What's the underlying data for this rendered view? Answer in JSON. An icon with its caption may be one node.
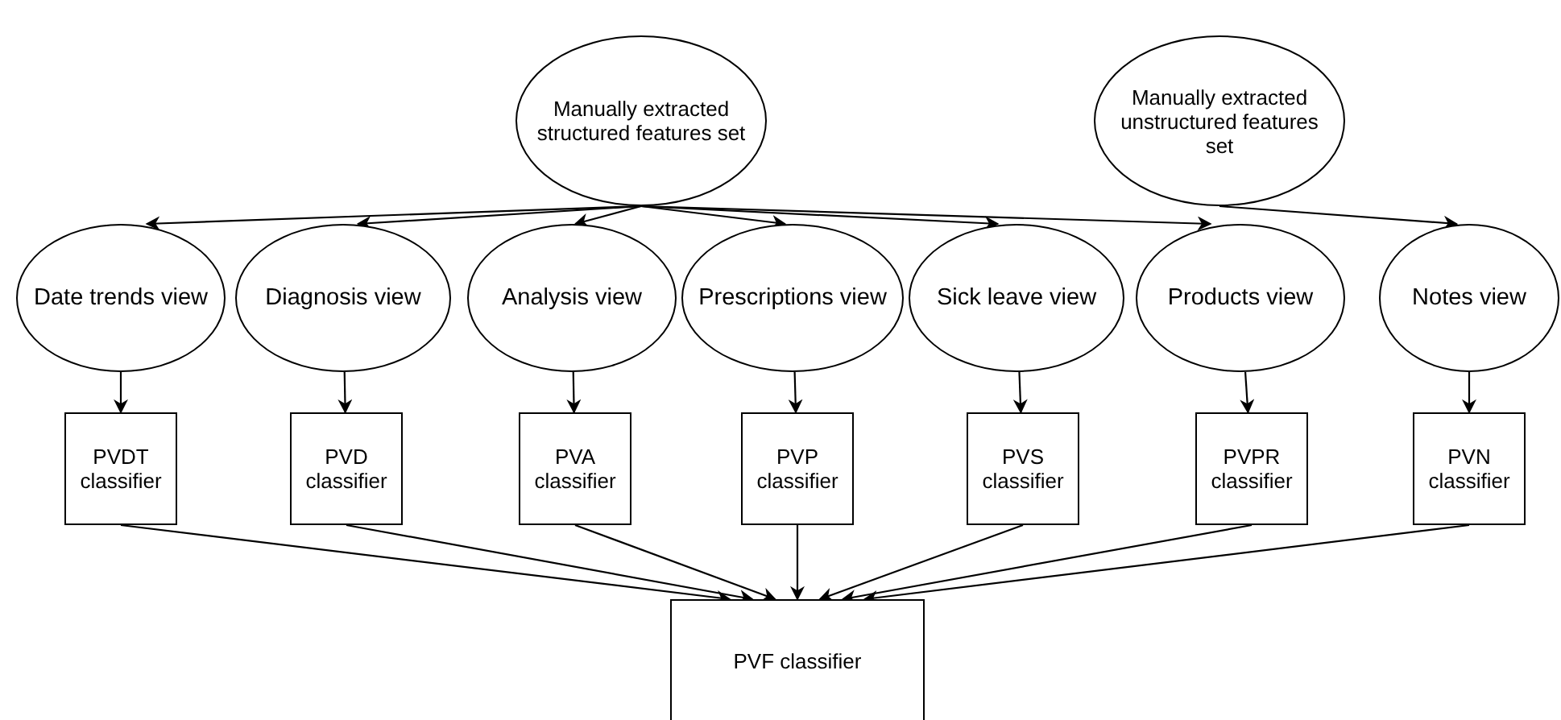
{
  "diagram": {
    "nodes": [
      {
        "text": [
          "Manually extracted structured features set"
        ]
      },
      {
        "text": [
          "Manually extracted unstructured features set"
        ]
      },
      {
        "text": [
          "Date trends view"
        ]
      },
      {
        "text": [
          "Diagnosis view"
        ]
      },
      {
        "text": [
          "Analysis view"
        ]
      },
      {
        "text": [
          "Prescriptions view"
        ]
      },
      {
        "text": [
          "Sick leave view"
        ]
      },
      {
        "text": [
          "Products view"
        ]
      },
      {
        "text": [
          "Notes view"
        ]
      },
      {
        "text": [
          "PVDT classifier"
        ]
      },
      {
        "text": [
          "PVD classifier"
        ]
      },
      {
        "text": [
          "PVA classifier"
        ]
      },
      {
        "text": [
          "PVP classifier"
        ]
      },
      {
        "text": [
          "PVS classifier"
        ]
      },
      {
        "text": [
          "PVPR classifier"
        ]
      },
      {
        "text": [
          "PVN classifier"
        ]
      },
      {
        "text": [
          "PVF classifier"
        ]
      }
    ],
    "edges": [
      {
        "from": 0,
        "to": 2,
        "arrow": "to"
      },
      {
        "from": 0,
        "to": 3,
        "arrow": "to"
      },
      {
        "from": 0,
        "to": 4,
        "arrow": "to"
      },
      {
        "from": 0,
        "to": 5,
        "arrow": "to"
      },
      {
        "from": 0,
        "to": 6,
        "arrow": "to"
      },
      {
        "from": 0,
        "to": 7,
        "arrow": "to"
      },
      {
        "from": 1,
        "to": 8,
        "arrow": "to"
      },
      {
        "from": 2,
        "to": 9,
        "arrow": "to"
      },
      {
        "from": 3,
        "to": 10,
        "arrow": "to"
      },
      {
        "from": 4,
        "to": 11,
        "arrow": "to"
      },
      {
        "from": 5,
        "to": 12,
        "arrow": "to"
      },
      {
        "from": 6,
        "to": 13,
        "arrow": "to"
      },
      {
        "from": 7,
        "to": 14,
        "arrow": "to"
      },
      {
        "from": 8,
        "to": 15,
        "arrow": "to"
      },
      {
        "from": 9,
        "to": 16,
        "arrow": "to"
      },
      {
        "from": 10,
        "to": 16,
        "arrow": "to"
      },
      {
        "from": 11,
        "to": 16,
        "arrow": "to"
      },
      {
        "from": 12,
        "to": 16,
        "arrow": "to"
      },
      {
        "from": 13,
        "to": 16,
        "arrow": "to"
      },
      {
        "from": 14,
        "to": 16,
        "arrow": "to"
      },
      {
        "from": 15,
        "to": 16,
        "arrow": "to"
      }
    ]
  }
}
